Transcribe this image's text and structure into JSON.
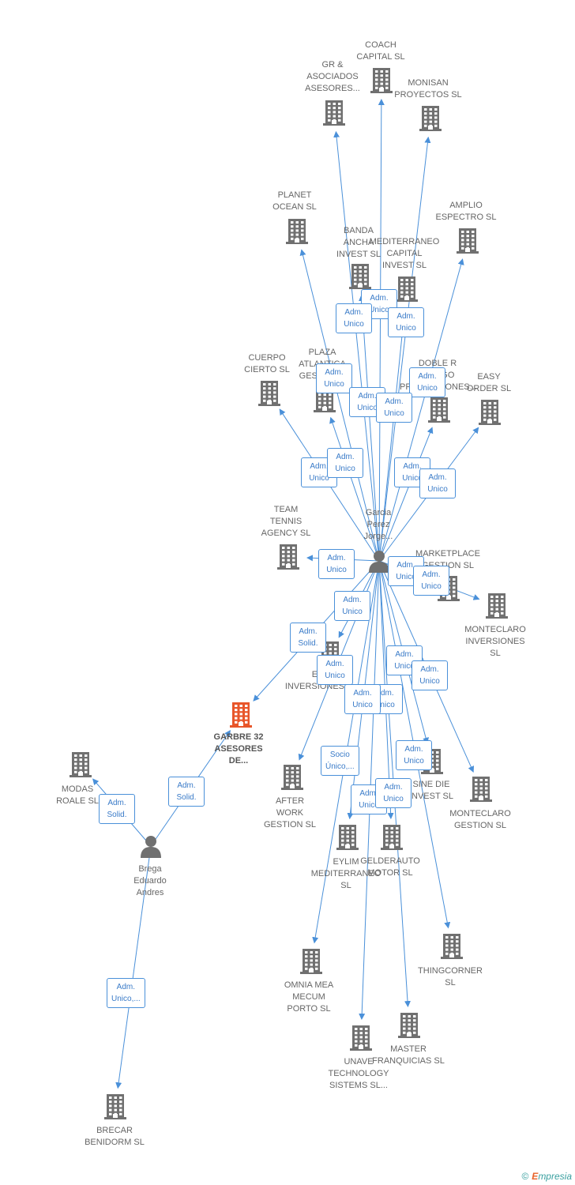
{
  "colors": {
    "building": "#707070",
    "focus_building": "#e8562a",
    "person": "#707070",
    "edge": "#4a90d9",
    "badge_text": "#3a7bc8"
  },
  "persons": [
    {
      "id": "garcia",
      "label": "Garcia\nPerez\nJorge..."
    },
    {
      "id": "brega",
      "label": "Brega\nEduardo\nAndres"
    }
  ],
  "companies": [
    {
      "id": "coach",
      "label": "COACH\nCAPITAL SL"
    },
    {
      "id": "gr",
      "label": "GR &\nASOCIADOS\nASESORES..."
    },
    {
      "id": "monisan",
      "label": "MONISAN\nPROYECTOS SL"
    },
    {
      "id": "planet",
      "label": "PLANET\nOCEAN SL"
    },
    {
      "id": "amplio",
      "label": "AMPLIO\nESPECTRO SL"
    },
    {
      "id": "banda",
      "label": "BANDA\nANCHA\nINVEST SL"
    },
    {
      "id": "mediterraneo",
      "label": "MEDITERRANEO\nCAPITAL\nINVEST SL"
    },
    {
      "id": "cuerpo",
      "label": "CUERPO\nCIERTO SL"
    },
    {
      "id": "plaza",
      "label": "PLAZA\nATLANTICA\nGESTION..."
    },
    {
      "id": "doble",
      "label": "DOBLE R\nRIESGO\nPROYECCIONES..."
    },
    {
      "id": "easy",
      "label": "EASY\nORDER SL"
    },
    {
      "id": "team",
      "label": "TEAM\nTENNIS\nAGENCY SL"
    },
    {
      "id": "marketplace",
      "label": "MARKETPLACE\nGESTION SL"
    },
    {
      "id": "monteclaro_inv",
      "label": "MONTECLARO\nINVERSIONES\nSL"
    },
    {
      "id": "einversiones",
      "label": "E...\nINVERSIONES..."
    },
    {
      "id": "garbre",
      "label": "GARBRE 32\nASESORES\nDE..."
    },
    {
      "id": "modas",
      "label": "MODAS\nROALE SL"
    },
    {
      "id": "after",
      "label": "AFTER\nWORK\nGESTION SL"
    },
    {
      "id": "sinedie",
      "label": "SINE DIE\nINVEST SL"
    },
    {
      "id": "monteclaro_ges",
      "label": "MONTECLARO\nGESTION SL"
    },
    {
      "id": "eylim",
      "label": "EYLIM\nMEDITERRANEO\nSL"
    },
    {
      "id": "gelderauto",
      "label": "GELDERAUTO\nMOTOR SL"
    },
    {
      "id": "thingcorner",
      "label": "THINGCORNER SL"
    },
    {
      "id": "omnia",
      "label": "OMNIA MEA\nMECUM\nPORTO SL"
    },
    {
      "id": "unave",
      "label": "UNAVE\nTECHNOLOGY\nSISTEMS SL..."
    },
    {
      "id": "master",
      "label": "MASTER\nFRANQUICIAS SL"
    },
    {
      "id": "brecar",
      "label": "BRECAR\nBENIDORM SL"
    }
  ],
  "edges": [
    {
      "from": "garcia",
      "to": "coach",
      "role": "Adm.\nUnico"
    },
    {
      "from": "garcia",
      "to": "gr",
      "role": "Adm.\nUnico"
    },
    {
      "from": "garcia",
      "to": "monisan",
      "role": "Adm.\nUnico"
    },
    {
      "from": "garcia",
      "to": "planet",
      "role": "Adm.\nUnico"
    },
    {
      "from": "garcia",
      "to": "amplio",
      "role": "Adm.\nUnico"
    },
    {
      "from": "garcia",
      "to": "banda",
      "role": "Adm.\nUnico"
    },
    {
      "from": "garcia",
      "to": "mediterraneo",
      "role": "Adm.\nUnico"
    },
    {
      "from": "garcia",
      "to": "cuerpo",
      "role": "Adm.\nUnico"
    },
    {
      "from": "garcia",
      "to": "plaza",
      "role": "Adm.\nUnico"
    },
    {
      "from": "garcia",
      "to": "doble",
      "role": "Adm.\nUnico"
    },
    {
      "from": "garcia",
      "to": "easy",
      "role": "Adm.\nUnico"
    },
    {
      "from": "garcia",
      "to": "team",
      "role": "Adm.\nUnico"
    },
    {
      "from": "garcia",
      "to": "marketplace",
      "role": "Adm.\nUnico"
    },
    {
      "from": "garcia",
      "to": "monteclaro_inv",
      "role": "Adm.\nUnico"
    },
    {
      "from": "garcia",
      "to": "einversiones",
      "role": "Adm.\nUnico"
    },
    {
      "from": "garcia",
      "to": "garbre",
      "role": "Adm.\nSolid."
    },
    {
      "from": "garcia",
      "to": "after",
      "role": "Adm.\nUnico"
    },
    {
      "from": "garcia",
      "to": "sinedie",
      "role": "Adm.\nUnico"
    },
    {
      "from": "garcia",
      "to": "monteclaro_ges",
      "role": "Adm.\nUnico"
    },
    {
      "from": "garcia",
      "to": "eylim",
      "role": "Socio\nÚnico,..."
    },
    {
      "from": "garcia",
      "to": "gelderauto",
      "role": "Adm.\nUnico"
    },
    {
      "from": "garcia",
      "to": "thingcorner",
      "role": "Adm.\nUnico"
    },
    {
      "from": "garcia",
      "to": "omnia",
      "role": "Adm.\nUnico"
    },
    {
      "from": "garcia",
      "to": "unave",
      "role": "Adm.\nUnico"
    },
    {
      "from": "garcia",
      "to": "master",
      "role": "Adm.\nUnico"
    },
    {
      "from": "brega",
      "to": "garbre",
      "role": "Adm.\nSolid."
    },
    {
      "from": "brega",
      "to": "modas",
      "role": "Adm.\nSolid."
    },
    {
      "from": "brega",
      "to": "brecar",
      "role": "Adm.\nUnico,..."
    }
  ],
  "footer": {
    "copyright": "©",
    "brand_first": "E",
    "brand_rest": "mpresia"
  }
}
